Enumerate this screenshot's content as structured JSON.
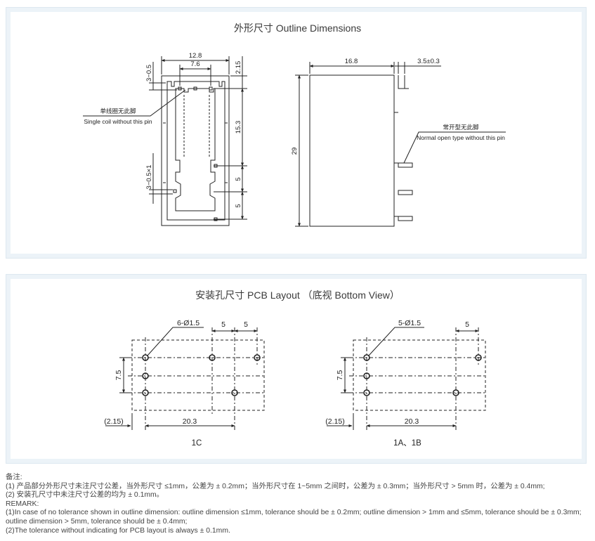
{
  "outline_section": {
    "title": "外形尺寸 Outline Dimensions",
    "front_view": {
      "width_overall": "12.8",
      "width_inner": "7.6",
      "top_offset": "2.15",
      "dim_top_left": "3−0.5",
      "height_coil": "15.3",
      "dim_left_lower": "3−0.5×1",
      "pitch_1": "5",
      "pitch_2": "5",
      "callout_cn": "单线圈无此脚",
      "callout_en": "Single coil without this pin"
    },
    "side_view": {
      "depth": "16.8",
      "pin_offset": "3.5±0.3",
      "height": "29",
      "callout_cn": "常开型无此脚",
      "callout_en": "Normal open type without this pin"
    }
  },
  "pcb_section": {
    "title": "安装孔尺寸 PCB Layout （底视 Bottom View）",
    "layout_1c": {
      "holes": "6-Ø1.5",
      "pitch_top_a": "5",
      "pitch_top_b": "5",
      "row_spacing": "7.5",
      "offset": "(2.15)",
      "span": "20.3",
      "label": "1C"
    },
    "layout_1a": {
      "holes": "5-Ø1.5",
      "pitch_top": "5",
      "row_spacing": "7.5",
      "offset": "(2.15)",
      "span": "20.3",
      "label": "1A、1B"
    }
  },
  "notes": {
    "header_cn": "备注:",
    "line1_cn": "(1) 产品部分外形尺寸未注尺寸公差，当外形尺寸 ≤1mm，公差为 ± 0.2mm；当外形尺寸在 1~5mm 之间时，公差为 ± 0.3mm；当外形尺寸 > 5mm 时，公差为 ± 0.4mm;",
    "line2_cn": "(2) 安装孔尺寸中未注尺寸公差的均为 ± 0.1mm。",
    "header_en": "REMARK:",
    "line1_en": "(1)In case of no tolerance shown in outline dimension: outline dimension ≤1mm, tolerance should be ± 0.2mm; outline dimension > 1mm and ≤5mm, tolerance should be ± 0.3mm;",
    "line1_en_cont": "outline dimension > 5mm, tolerance should be ± 0.4mm;",
    "line2_en": "(2)The tolerance without indicating for PCB layout is always ± 0.1mm."
  }
}
